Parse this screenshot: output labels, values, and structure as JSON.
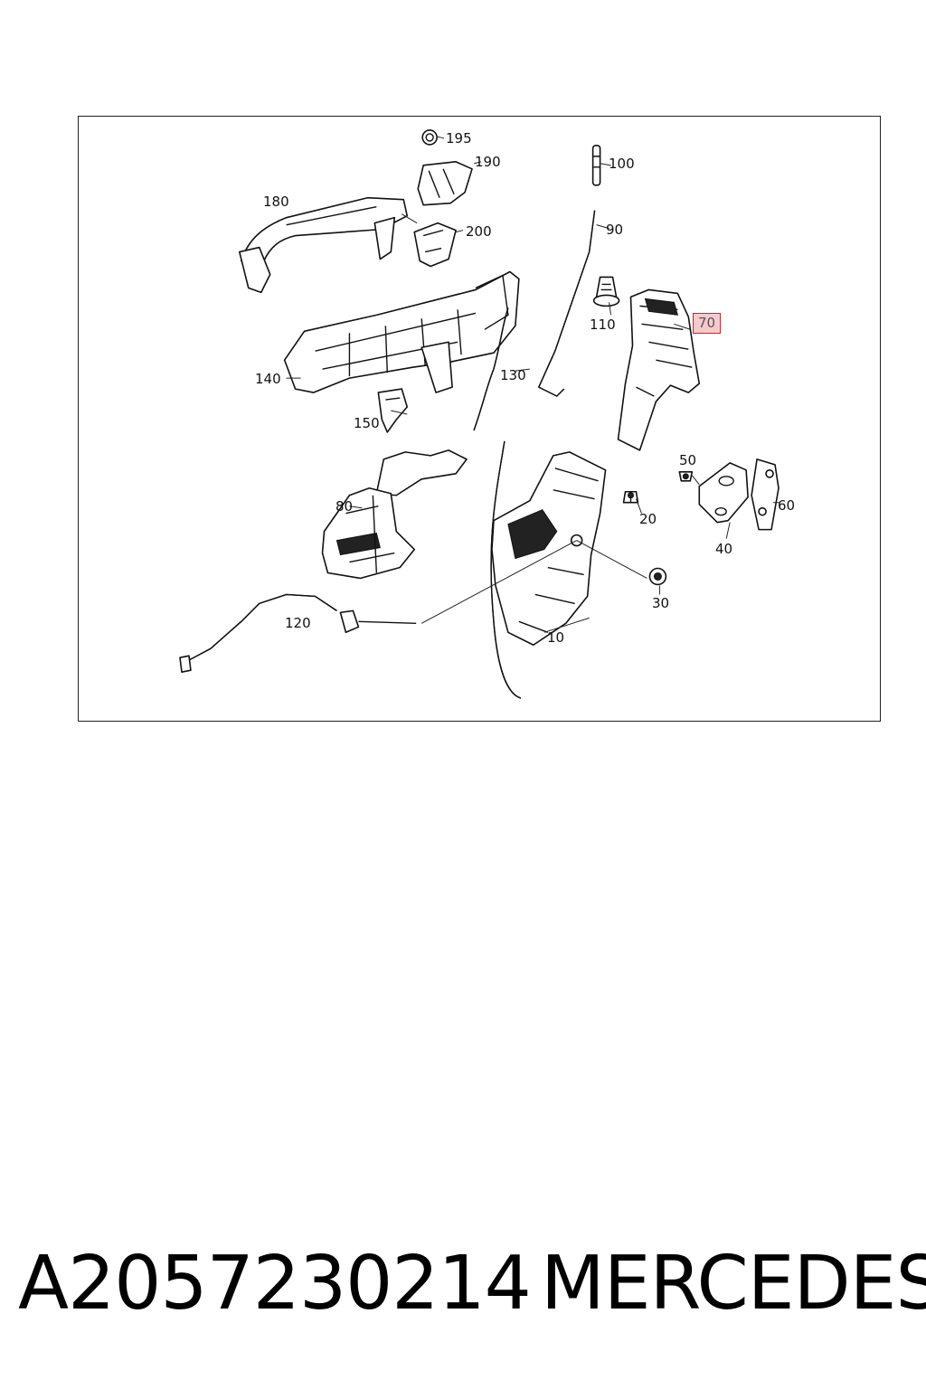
{
  "parts": [
    {
      "id": "p10",
      "label": "10"
    },
    {
      "id": "p20",
      "label": "20"
    },
    {
      "id": "p30",
      "label": "30"
    },
    {
      "id": "p40",
      "label": "40"
    },
    {
      "id": "p50",
      "label": "50"
    },
    {
      "id": "p60",
      "label": "60"
    },
    {
      "id": "p70",
      "label": "70",
      "highlighted": true
    },
    {
      "id": "p80",
      "label": "80"
    },
    {
      "id": "p90",
      "label": "90"
    },
    {
      "id": "p100",
      "label": "100"
    },
    {
      "id": "p110",
      "label": "110"
    },
    {
      "id": "p120",
      "label": "120"
    },
    {
      "id": "p130",
      "label": "130"
    },
    {
      "id": "p140",
      "label": "140"
    },
    {
      "id": "p150",
      "label": "150"
    },
    {
      "id": "p180",
      "label": "180"
    },
    {
      "id": "p190",
      "label": "190"
    },
    {
      "id": "p195",
      "label": "195"
    },
    {
      "id": "p200",
      "label": "200"
    }
  ],
  "highlight_color": "#d62020",
  "highlight_fill": "#f6c9cf",
  "caption": {
    "part_number": "A2057230214",
    "brand": "MERCEDES"
  }
}
